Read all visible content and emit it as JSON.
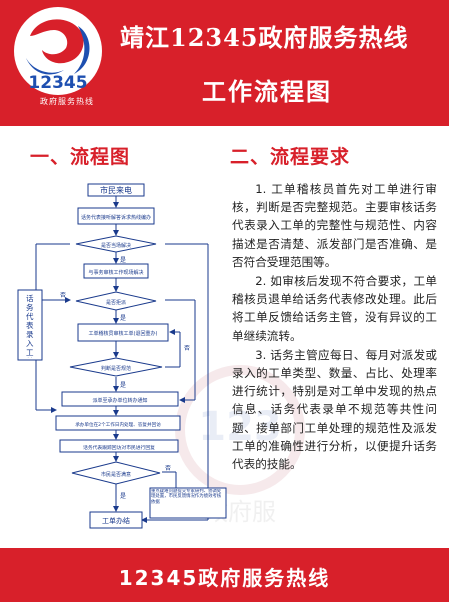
{
  "header": {
    "title_line1": "靖江12345政府服务热线",
    "title_line2": "工作流程图",
    "logo_number": "12345",
    "logo_caption": "政府服务热线"
  },
  "sections": {
    "flow_title": "一、流程图",
    "requirements_title": "二、流程要求"
  },
  "flowchart": {
    "start": "市民来电",
    "step_record": "话务代表接听解答诉求热线编办",
    "decision_solve": "是否当场解决",
    "step_online": "与事务审核工作现场解决",
    "decision_reject": "是否拒派",
    "step_review": "工单稽核员审核工单(退回重办)",
    "decision_standard": "判断是否规范",
    "step_dispatch": "派单至承办单位转办通知",
    "step_process": "承办单位在2个工作日内处理、答复并回访",
    "step_feedback": "话务代表跟踪回访对市民进行回复",
    "decision_satisfied": "市民是否满意",
    "note_review": "重点疑难问题提交专家研判、协调处理处置，市民反馈情况作为绩效考核依据",
    "end": "工单办结",
    "side_box": "话务代表录入工单",
    "yes": "是",
    "no": "否"
  },
  "requirements": [
    "1. 工单稽核员首先对工单进行审核，判断是否完整规范。主要审核话务代表录入工单的完整性与规范性、内容描述是否清楚、派发部门是否准确、是否符合受理范围等。",
    "2. 如审核后发现不符合要求，工单稽核员退单给话务代表修改处理。此后将工单反馈给话务主管，没有异议的工单继续流转。",
    "3. 话务主管应每日、每月对派发或录入的工单类型、数量、占比、处理率进行统计，特别是对工单中发现的热点信息、话务代表录单不规范等共性问题、接单部门工单处理的规范性及派发工单的准确性进行分析，以便提升话务代表的技能。"
  ],
  "footer": {
    "text": "12345政府服务热线"
  },
  "watermark": {
    "text": "政府服"
  },
  "colors": {
    "brand_red": "#d8202a",
    "white": "#ffffff",
    "flow_blue": "#1a3a8c"
  }
}
